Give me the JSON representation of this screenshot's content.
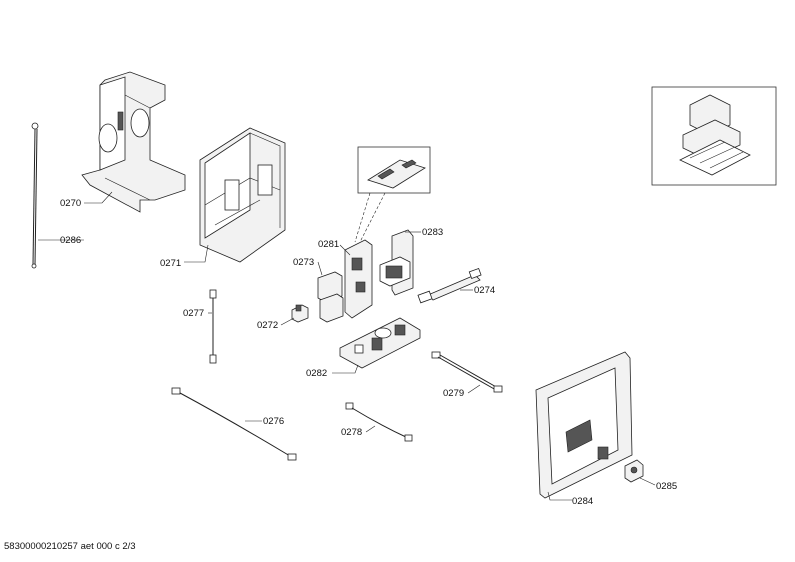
{
  "labels": {
    "p0270": "0270",
    "p0286": "0286",
    "p0271": "0271",
    "p0281": "0281",
    "p0283": "0283",
    "p0273": "0273",
    "p0274": "0274",
    "p0277": "0277",
    "p0272": "0272",
    "p0282": "0282",
    "p0279": "0279",
    "p0276": "0276",
    "p0278": "0278",
    "p0284": "0284",
    "p0285": "0285"
  },
  "footer": "58300000210257 aet 000 c 2/3"
}
